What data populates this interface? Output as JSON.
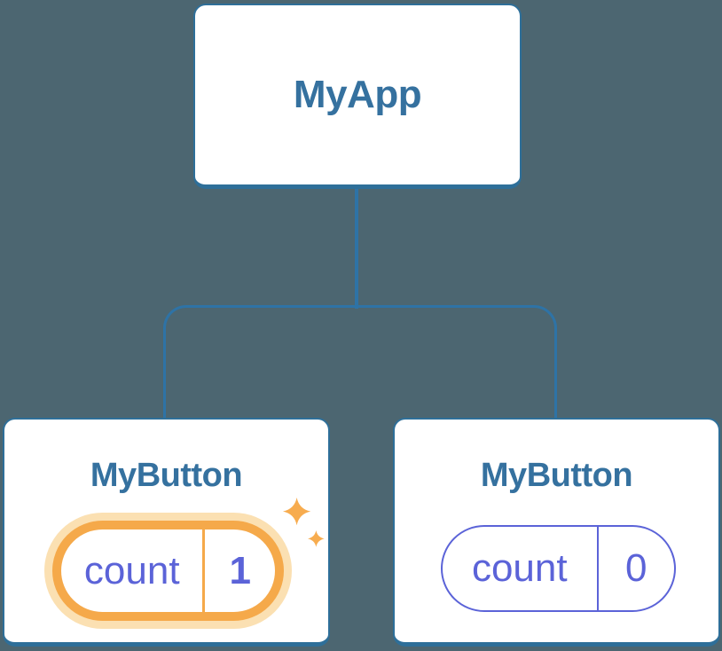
{
  "diagram": {
    "kind": "component-state-tree",
    "root": {
      "label": "MyApp"
    },
    "children": [
      {
        "label": "MyButton",
        "state": {
          "name": "count",
          "value": "1"
        },
        "highlighted": true,
        "icon": "sparkles-icon"
      },
      {
        "label": "MyButton",
        "state": {
          "name": "count",
          "value": "0"
        },
        "highlighted": false
      }
    ]
  },
  "colors": {
    "background": "#4C6671",
    "card_background": "#FFFFFF",
    "card_border": "#2E6F99",
    "node_text": "#35719F",
    "connector_line": "#2E73A6",
    "state_text": "#5B63D8",
    "highlight_orange": "#F5A94A",
    "highlight_glow": "#FBE0B2",
    "sparkle": "#F7AC4F"
  }
}
